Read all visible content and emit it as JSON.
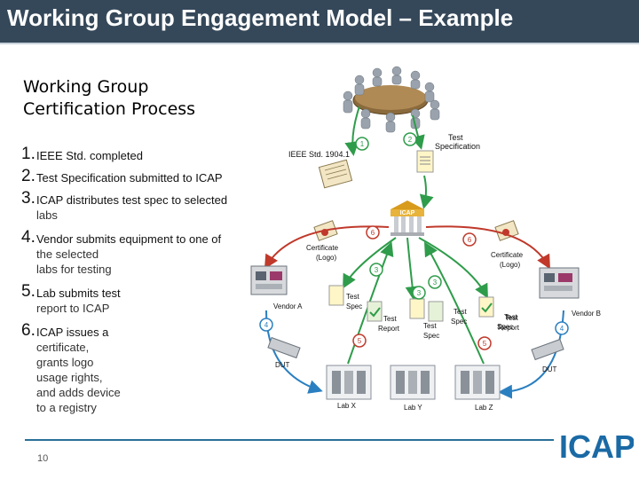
{
  "header": {
    "title": "Working Group Engagement Model – Example"
  },
  "subtitle": {
    "line1": "Working Group",
    "line2": "Certification Process"
  },
  "steps": [
    {
      "num": "1.",
      "lines": [
        "IEEE Std. completed"
      ]
    },
    {
      "num": "2.",
      "lines": [
        "Test Specification submitted to ICAP"
      ]
    },
    {
      "num": "3.",
      "lines": [
        "ICAP distributes test spec to selected",
        "labs"
      ]
    },
    {
      "num": "4.",
      "lines": [
        "Vendor submits equipment to one of",
        "the selected",
        "labs for testing"
      ]
    },
    {
      "num": "5.",
      "lines": [
        "Lab submits test",
        "report to ICAP"
      ]
    },
    {
      "num": "6.",
      "lines": [
        "ICAP issues a",
        "certificate,",
        "grants logo",
        "usage rights,",
        "and adds device",
        "to a registry"
      ]
    }
  ],
  "footer": {
    "page_number": "10"
  },
  "logo": {
    "text": "ICAP",
    "accent": "#1a6aa5"
  },
  "diagram": {
    "std_label": "IEEE Std. 1904.1",
    "test_spec_top": [
      "Test",
      "Specification"
    ],
    "icap_label": "ICAP",
    "cert_left": [
      "Certificate",
      "(Logo)"
    ],
    "cert_right": [
      "Certificate",
      "(Logo)"
    ],
    "vendor_a": "Vendor A",
    "vendor_b": "Vendor B",
    "dut_left": "DUT",
    "dut_right": "DUT",
    "spec_left": [
      "Test",
      "Spec"
    ],
    "report_left": [
      "Test",
      "Report"
    ],
    "spec_mid": [
      "Test",
      "Spec"
    ],
    "report_mid": [
      "Test",
      "Spec"
    ],
    "spec_right": [
      "Test",
      "Spec"
    ],
    "report_right": [
      "Test",
      "Report"
    ],
    "lab_x": "Lab X",
    "lab_y": "Lab Y",
    "lab_z": "Lab Z",
    "badges": [
      "1",
      "2",
      "3",
      "3",
      "3",
      "4",
      "4",
      "5",
      "5",
      "6",
      "6"
    ],
    "colors": {
      "arrow_green": "#2e9c4a",
      "arrow_red": "#c0392b",
      "arrow_blue": "#2a7fc0",
      "icap_gold": "#d89b1c"
    }
  }
}
